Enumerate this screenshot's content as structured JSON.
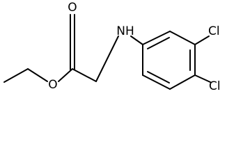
{
  "molecule": {
    "atoms": [
      {
        "id": "O_carbonyl",
        "label": "O"
      },
      {
        "id": "O_ester",
        "label": "O"
      },
      {
        "id": "N_amine",
        "label": "NH"
      },
      {
        "id": "Cl_3",
        "label": "Cl"
      },
      {
        "id": "Cl_4",
        "label": "Cl"
      }
    ],
    "colors": {
      "bond": "#000000",
      "text": "#000000",
      "background": "#ffffff"
    }
  }
}
